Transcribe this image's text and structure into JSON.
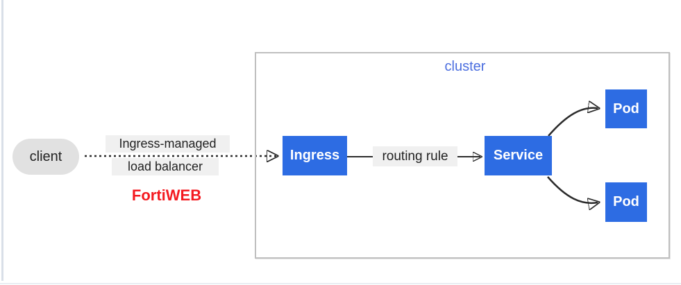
{
  "colors": {
    "box_blue": "#2d6ce3",
    "box_text": "#ffffff",
    "cluster_border": "#bfbfbf",
    "cluster_label_blue": "#4a6ddf",
    "label_bg": "#f0f0f0",
    "text_dark": "#222222",
    "fortiweb_red": "#f41a20",
    "client_pill_bg": "#e1e1e1",
    "arrow_color": "#2b2b2b",
    "page_left_border": "#d9dfe8",
    "page_bottom_border": "#e9edf2"
  },
  "diagram": {
    "client": {
      "label": "client"
    },
    "load_balancer": {
      "line1": "Ingress-managed",
      "line2": "load balancer",
      "product": "FortiWEB"
    },
    "cluster": {
      "label": "cluster"
    },
    "nodes": {
      "ingress": "Ingress",
      "service": "Service",
      "pod_top": "Pod",
      "pod_bottom": "Pod"
    },
    "edges": {
      "routing_rule": "routing rule"
    }
  }
}
